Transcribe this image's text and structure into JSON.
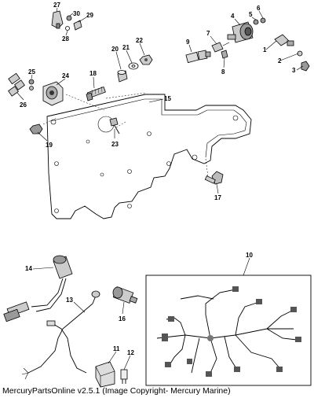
{
  "caption": "MercuryPartsOnline v2.5.1 (Image Copyright- Mercury Marine)",
  "callouts": {
    "c1": "1",
    "c2": "2",
    "c3": "3",
    "c4": "4",
    "c5": "5",
    "c6": "6",
    "c7": "7",
    "c8": "8",
    "c9": "9",
    "c10": "10",
    "c11": "11",
    "c12": "12",
    "c13": "13",
    "c14": "14",
    "c15": "15",
    "c16": "16",
    "c17": "17",
    "c18": "18",
    "c19": "19",
    "c20": "20",
    "c21": "21",
    "c22": "22",
    "c23": "23",
    "c24": "24",
    "c25": "25",
    "c26": "26",
    "c27": "27",
    "c28": "28",
    "c29": "29",
    "c30": "30"
  }
}
